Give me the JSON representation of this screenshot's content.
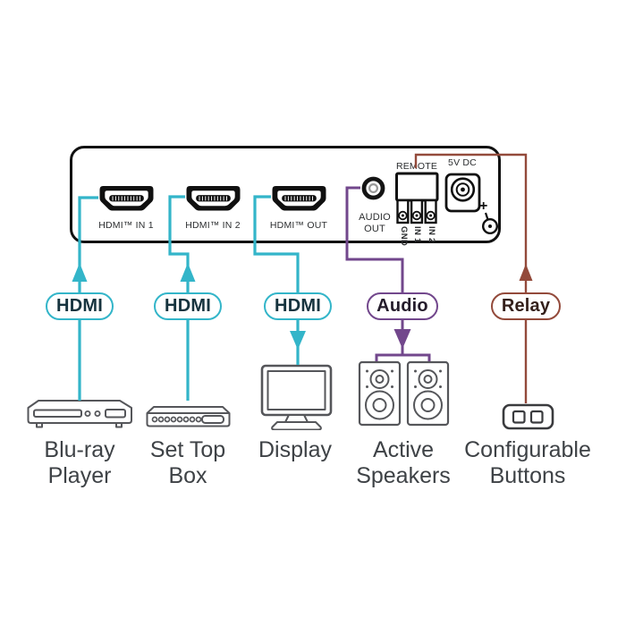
{
  "panel": {
    "ports": [
      {
        "label": "HDMI™ IN 1"
      },
      {
        "label": "HDMI™ IN 2"
      },
      {
        "label": "HDMI™ OUT"
      }
    ],
    "audio_out": {
      "line1": "AUDIO",
      "line2": "OUT"
    },
    "remote": {
      "label": "REMOTE",
      "terminals": [
        "GND",
        "IN 1",
        "IN 2"
      ]
    },
    "power": {
      "label": "5V DC",
      "polarity": "+"
    }
  },
  "connections": [
    {
      "label": "HDMI",
      "color": "#33b5c9",
      "arrow": "up",
      "target": "Blu-ray Player"
    },
    {
      "label": "HDMI",
      "color": "#33b5c9",
      "arrow": "up",
      "target": "Set Top Box"
    },
    {
      "label": "HDMI",
      "color": "#33b5c9",
      "arrow": "down",
      "target": "Display"
    },
    {
      "label": "Audio",
      "color": "#72478c",
      "arrow": "down",
      "target": "Active Speakers"
    },
    {
      "label": "Relay",
      "color": "#934a3b",
      "arrow": "up",
      "target": "Configurable Buttons"
    }
  ],
  "devices": [
    {
      "icon": "bluray-player-icon",
      "line1": "Blu-ray",
      "line2": "Player"
    },
    {
      "icon": "set-top-box-icon",
      "line1": "Set Top",
      "line2": "Box"
    },
    {
      "icon": "display-monitor-icon",
      "line1": "Display",
      "line2": ""
    },
    {
      "icon": "active-speakers-icon",
      "line1": "Active",
      "line2": "Speakers"
    },
    {
      "icon": "configurable-buttons-icon",
      "line1": "Configurable",
      "line2": "Buttons"
    }
  ],
  "colors": {
    "hdmi_cable": "#33b5c9",
    "audio_cable": "#72478c",
    "relay_cable": "#934a3b",
    "panel_outline": "#111111",
    "device_outline": "#55565a",
    "label_text": "#3e4246"
  }
}
